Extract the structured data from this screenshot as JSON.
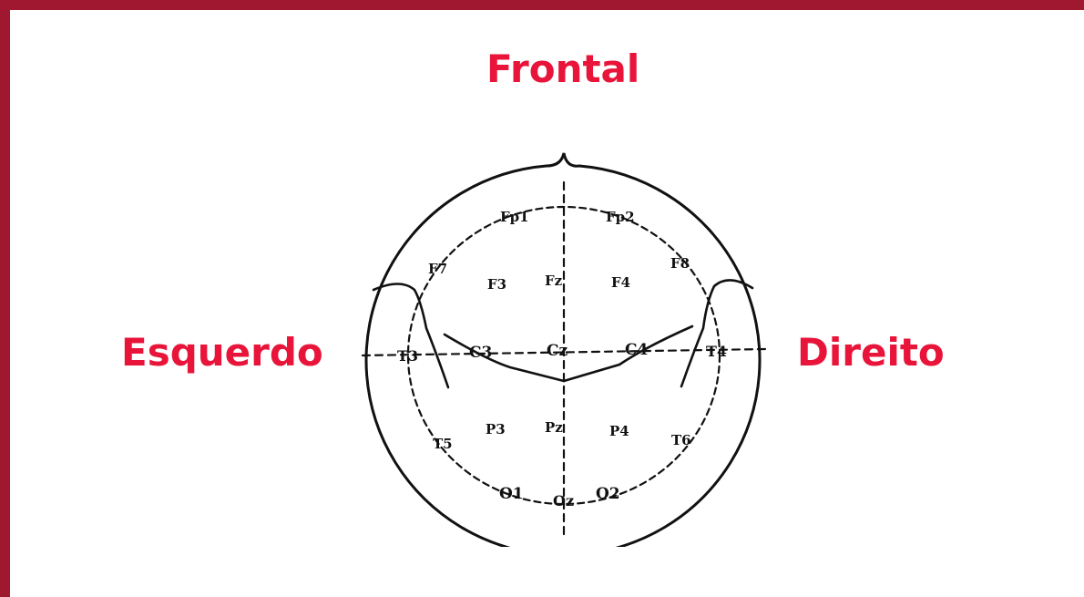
{
  "labels": {
    "top": "Frontal",
    "left": "Esquerdo",
    "right": "Direito"
  },
  "colors": {
    "label": "#e8143a",
    "frame": "#a01830",
    "ink": "#111111"
  },
  "electrodes": {
    "fp1": "Fp1",
    "fp2": "Fp2",
    "f7": "F7",
    "f3": "F3",
    "fz": "Fz",
    "f4": "F4",
    "f8": "F8",
    "t3": "T3",
    "c3": "C3",
    "cz": "Cz",
    "c4": "C4",
    "t4": "T4",
    "t5": "T5",
    "p3": "P3",
    "pz": "Pz",
    "p4": "P4",
    "t6": "T6",
    "o1": "O1",
    "oz": "Oz",
    "o2": "O2"
  }
}
